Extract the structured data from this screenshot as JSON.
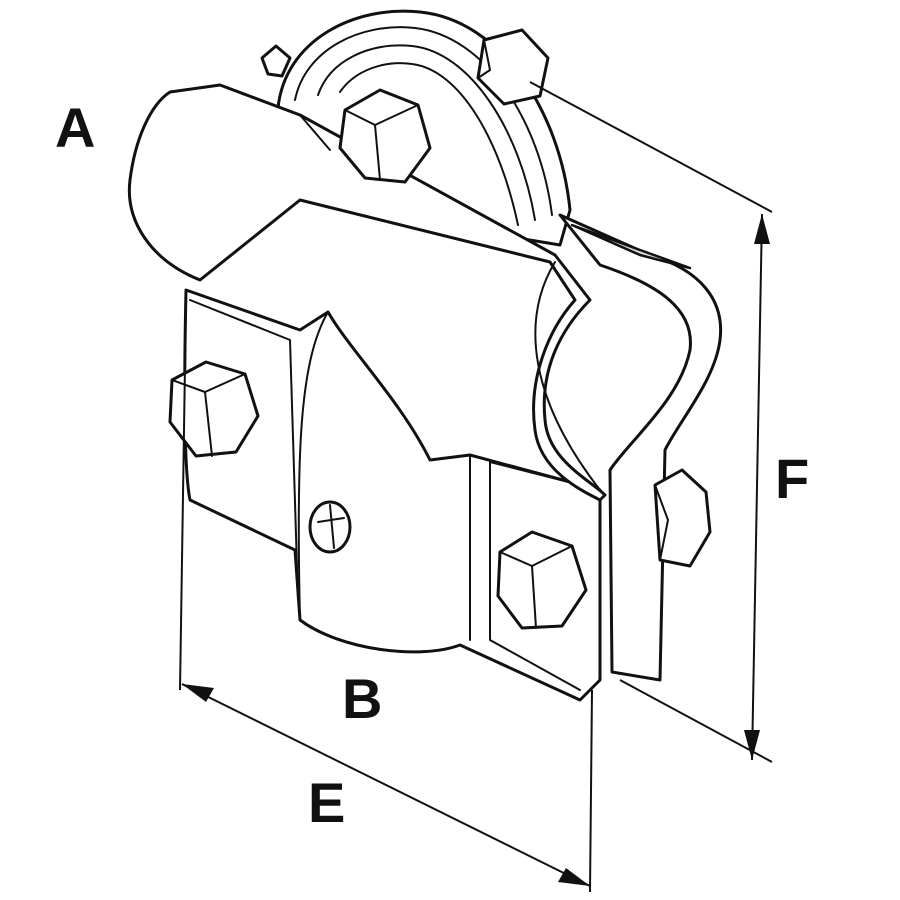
{
  "labels": {
    "a": "A",
    "b": "B",
    "e": "E",
    "f": "F"
  },
  "colors": {
    "line": "#111111",
    "background": "#ffffff",
    "shade": "#d9d9d9"
  }
}
